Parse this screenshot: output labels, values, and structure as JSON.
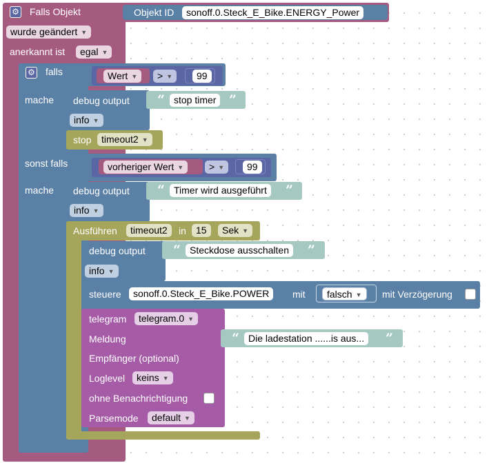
{
  "trigger": {
    "title": "Falls Objekt",
    "object_label": "Objekt ID",
    "object_id": "sonoff.0.Steck_E_Bike.ENERGY_Power",
    "changed": "wurde geändert",
    "ack_label": "anerkannt ist",
    "ack_value": "egal"
  },
  "if_block": {
    "if_label": "falls",
    "do_label": "mache",
    "elseif_label": "sonst falls",
    "do2_label": "mache",
    "cond1": {
      "var": "Wert",
      "op": ">",
      "value": "99"
    },
    "cond2": {
      "var": "vorheriger Wert",
      "op": ">",
      "value": "99"
    }
  },
  "debug1": {
    "label": "debug output",
    "text": "stop timer",
    "level": "info"
  },
  "stop": {
    "label": "stop",
    "timer": "timeout2"
  },
  "debug2": {
    "label": "debug output",
    "text": "Timer wird ausgeführt",
    "level": "info"
  },
  "timeout": {
    "label": "Ausführen",
    "timer": "timeout2",
    "in_label": "in",
    "amount": "15",
    "unit": "Sek"
  },
  "debug3": {
    "label": "debug output",
    "text": "Steckdose ausschalten",
    "level": "info"
  },
  "control": {
    "label": "steuere",
    "object": "sonoff.0.Steck_E_Bike.POWER",
    "with_label": "mit",
    "value": "falsch",
    "delay_label": "mit Verzögerung"
  },
  "telegram": {
    "label": "telegram",
    "instance": "telegram.0",
    "message_label": "Meldung",
    "message": "Die ladestation ......is aus...",
    "recipient_label": "Empfänger (optional)",
    "loglevel_label": "Loglevel",
    "loglevel": "keins",
    "silent_label": "ohne Benachrichtigung",
    "parse_label": "Parsemode",
    "parse": "default"
  },
  "colors": {
    "trigger": "#a55b80",
    "logic": "#5b80a5",
    "text": "#a5c9c1",
    "timer": "#a5a55b",
    "var": "#a55b80",
    "telegram": "#a55ba5",
    "num": "#5b67a5"
  }
}
